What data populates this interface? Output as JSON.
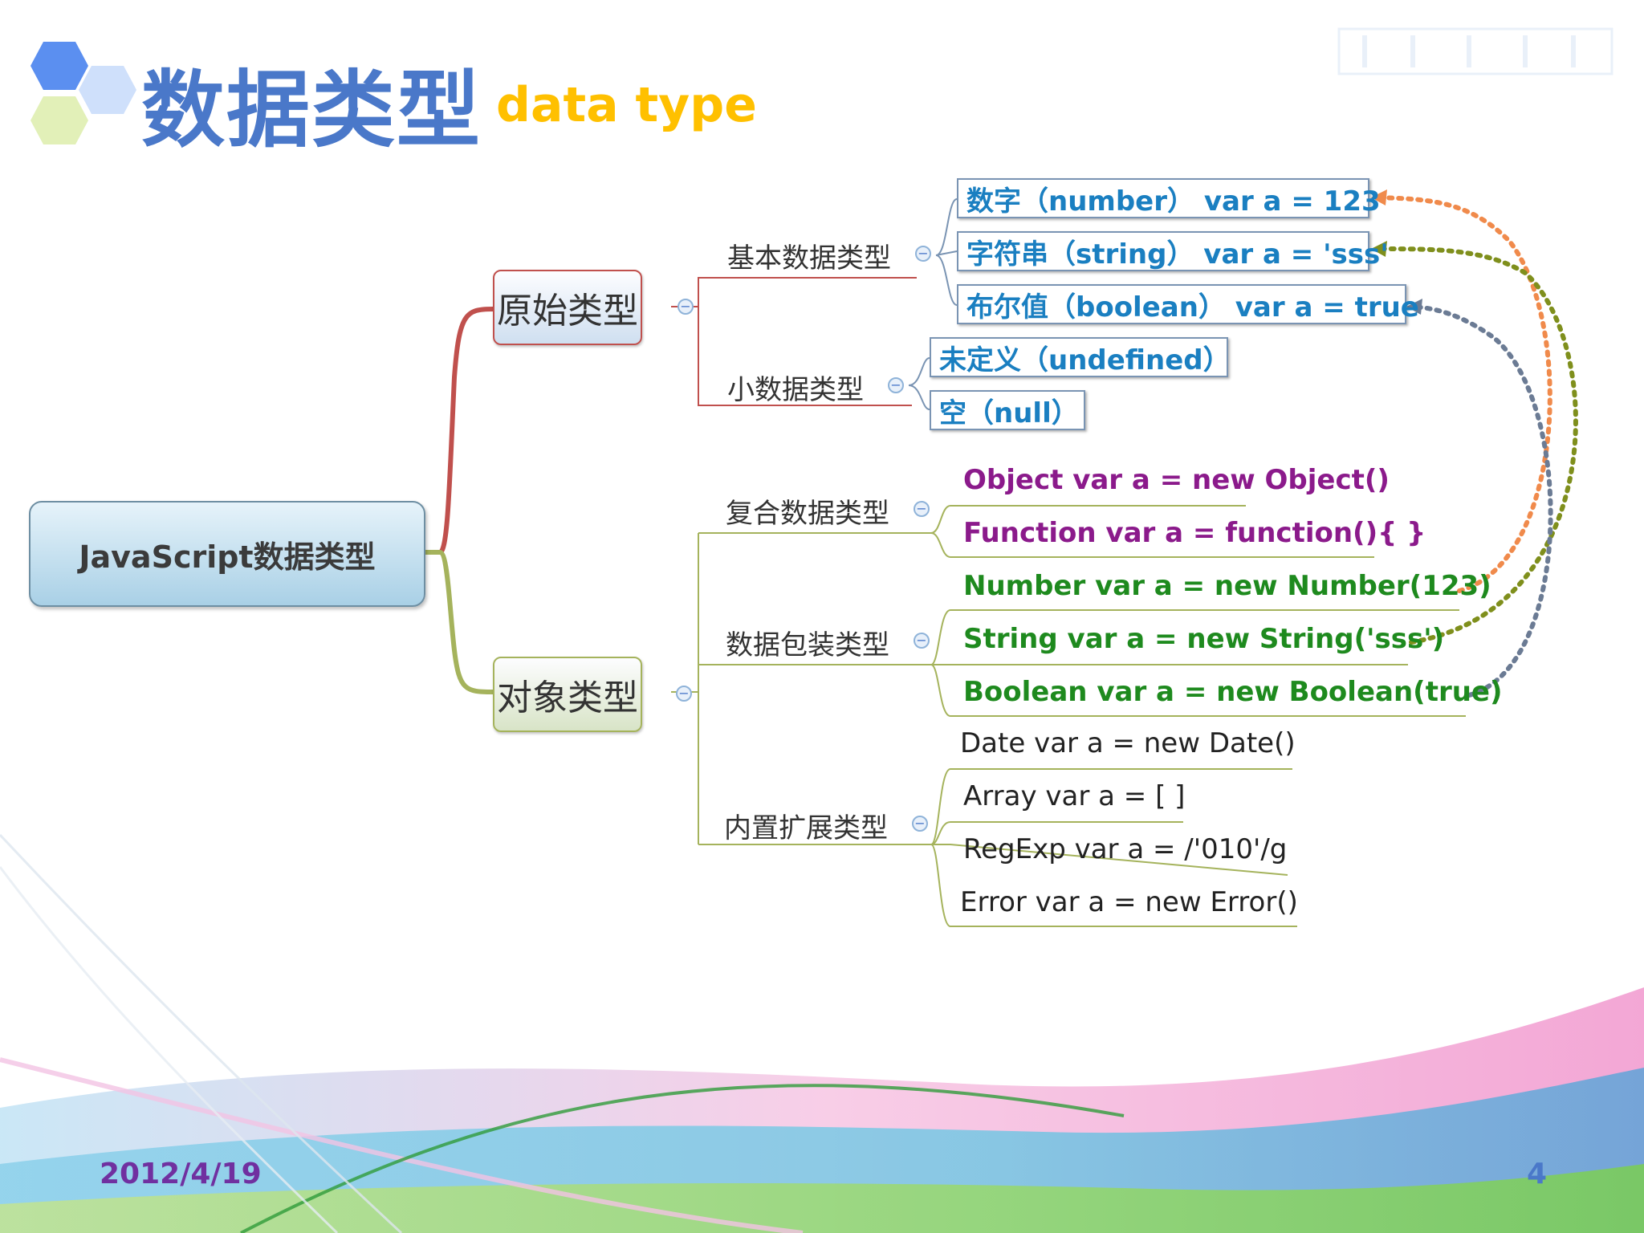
{
  "slide": {
    "title_cn": "数据类型",
    "title_en": "data type",
    "date": "2012/4/19",
    "page_number": "4"
  },
  "colors": {
    "title_blue": "#4a78c9",
    "title_en_yellow": "#ffc000",
    "primitive_branch": "#c0504d",
    "object_branch": "#a5b35c",
    "blue_leaf_text": "#1a7fc1",
    "purple_leaf_text": "#8b1a8b",
    "green_leaf_text": "#1e8a1e",
    "arrow_number": "#f08a4b",
    "arrow_string": "#7f8f1c",
    "arrow_boolean": "#6b7b94"
  },
  "mindmap": {
    "root": "JavaScript数据类型",
    "primitive": {
      "label": "原始类型",
      "basic": {
        "label": "基本数据类型",
        "items": [
          "数字（number） var a = 123",
          "字符串（string） var a = 'sss'",
          "布尔值（boolean） var a = true"
        ]
      },
      "small": {
        "label": "小数据类型",
        "items": [
          "未定义（undefined）",
          "空（null）"
        ]
      }
    },
    "object": {
      "label": "对象类型",
      "composite": {
        "label": "复合数据类型",
        "items": [
          "Object var a = new Object()",
          "Function var a = function(){ }"
        ]
      },
      "wrapper": {
        "label": "数据包装类型",
        "items": [
          "Number var a = new Number(123)",
          "String var a = new String('sss')",
          "Boolean var a = new Boolean(true)"
        ]
      },
      "builtin": {
        "label": "内置扩展类型",
        "items": [
          "Date var a = new Date()",
          "Array var a = [ ]",
          "RegExp var a = /'010'/g",
          "Error var a = new Error()"
        ]
      }
    }
  }
}
